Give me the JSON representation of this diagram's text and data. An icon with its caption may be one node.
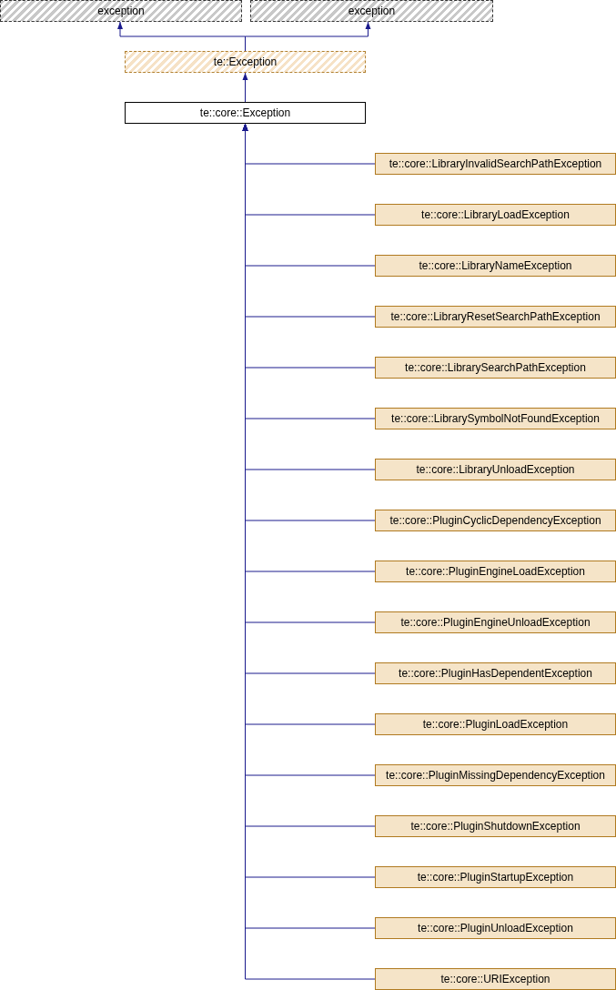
{
  "diagram": {
    "nodes": [
      {
        "text": [
          "exception"
        ]
      },
      {
        "text": [
          "exception"
        ]
      },
      {
        "text": [
          "te::Exception"
        ]
      },
      {
        "text": [
          "te::core::Exception"
        ]
      },
      {
        "text": [
          "te::core::LibraryInvalidSearchPathException"
        ]
      },
      {
        "text": [
          "te::core::LibraryLoadException"
        ]
      },
      {
        "text": [
          "te::core::LibraryNameException"
        ]
      },
      {
        "text": [
          "te::core::LibraryResetSearchPathException"
        ]
      },
      {
        "text": [
          "te::core::LibrarySearchPathException"
        ]
      },
      {
        "text": [
          "te::core::LibrarySymbolNotFoundException"
        ]
      },
      {
        "text": [
          "te::core::LibraryUnloadException"
        ]
      },
      {
        "text": [
          "te::core::PluginCyclicDependencyException"
        ]
      },
      {
        "text": [
          "te::core::PluginEngineLoadException"
        ]
      },
      {
        "text": [
          "te::core::PluginEngineUnloadException"
        ]
      },
      {
        "text": [
          "te::core::PluginHasDependentException"
        ]
      },
      {
        "text": [
          "te::core::PluginLoadException"
        ]
      },
      {
        "text": [
          "te::core::PluginMissingDependencyException"
        ]
      },
      {
        "text": [
          "te::core::PluginShutdownException"
        ]
      },
      {
        "text": [
          "te::core::PluginStartupException"
        ]
      },
      {
        "text": [
          "te::core::PluginUnloadException"
        ]
      },
      {
        "text": [
          "te::core::URIException"
        ]
      }
    ],
    "edges": [
      {
        "from": 2,
        "to": 0,
        "arrow": "to"
      },
      {
        "from": 2,
        "to": 1,
        "arrow": "to"
      },
      {
        "from": 3,
        "to": 2,
        "arrow": "to"
      },
      {
        "from": 4,
        "to": 3,
        "arrow": "to"
      },
      {
        "from": 5,
        "to": 3,
        "arrow": "to"
      },
      {
        "from": 6,
        "to": 3,
        "arrow": "to"
      },
      {
        "from": 7,
        "to": 3,
        "arrow": "to"
      },
      {
        "from": 8,
        "to": 3,
        "arrow": "to"
      },
      {
        "from": 9,
        "to": 3,
        "arrow": "to"
      },
      {
        "from": 10,
        "to": 3,
        "arrow": "to"
      },
      {
        "from": 11,
        "to": 3,
        "arrow": "to"
      },
      {
        "from": 12,
        "to": 3,
        "arrow": "to"
      },
      {
        "from": 13,
        "to": 3,
        "arrow": "to"
      },
      {
        "from": 14,
        "to": 3,
        "arrow": "to"
      },
      {
        "from": 15,
        "to": 3,
        "arrow": "to"
      },
      {
        "from": 16,
        "to": 3,
        "arrow": "to"
      },
      {
        "from": 17,
        "to": 3,
        "arrow": "to"
      },
      {
        "from": 18,
        "to": 3,
        "arrow": "to"
      },
      {
        "from": 19,
        "to": 3,
        "arrow": "to"
      },
      {
        "from": 20,
        "to": 3,
        "arrow": "to"
      }
    ]
  }
}
